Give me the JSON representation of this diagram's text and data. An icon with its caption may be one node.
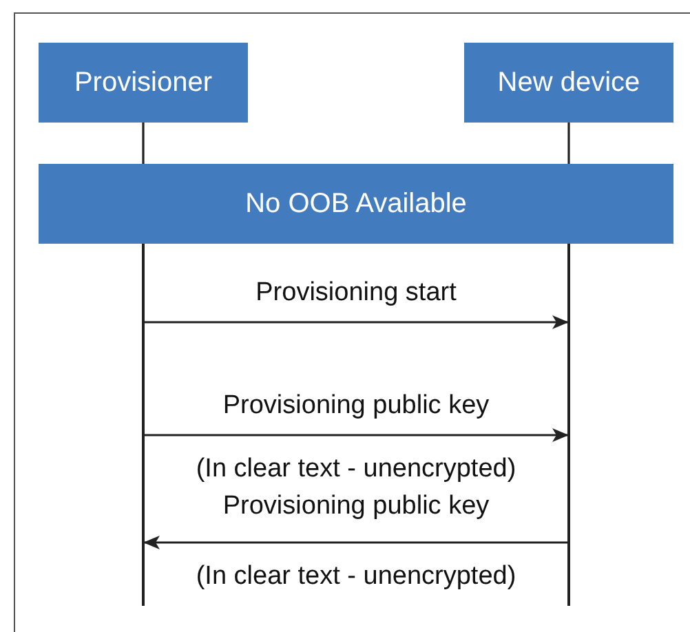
{
  "diagram": {
    "nodes": [
      {
        "text": [
          "Provisioner"
        ]
      },
      {
        "text": [
          "New device"
        ]
      },
      {
        "text": [
          "No OOB Available"
        ]
      },
      {
        "text": [],
        "shape": "bar"
      },
      {
        "text": [],
        "shape": "bar"
      }
    ],
    "edges": [
      {
        "from": 0,
        "to": 2,
        "arrow": "none"
      },
      {
        "from": 1,
        "to": 2,
        "arrow": "none"
      },
      {
        "from": 3,
        "to": 4,
        "arrow": "to",
        "label": "Provisioning start"
      },
      {
        "from": 3,
        "to": 4,
        "arrow": "to",
        "label": "Provisioning public key"
      },
      {
        "from": 4,
        "to": 3,
        "arrow": "to",
        "label": "Provisioning public key"
      }
    ],
    "labels": [
      "(In clear text - unencrypted)",
      "(In clear text - unencrypted)"
    ]
  }
}
